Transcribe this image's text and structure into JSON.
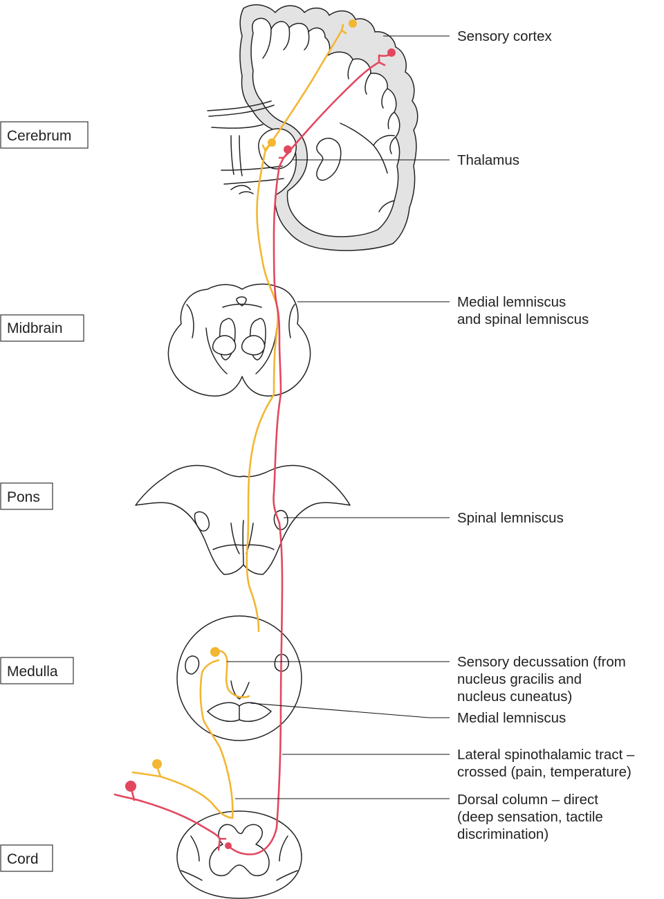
{
  "colors": {
    "dorsal_column": "#f2b632",
    "spinothalamic": "#e2475f",
    "outline": "#222222",
    "cortex_gray": "#e3e3e3"
  },
  "levels": [
    {
      "key": "cerebrum",
      "label": "Cerebrum"
    },
    {
      "key": "midbrain",
      "label": "Midbrain"
    },
    {
      "key": "pons",
      "label": "Pons"
    },
    {
      "key": "medulla",
      "label": "Medulla"
    },
    {
      "key": "cord",
      "label": "Cord"
    }
  ],
  "labels": {
    "sensory_cortex": [
      "Sensory cortex"
    ],
    "thalamus": [
      "Thalamus"
    ],
    "medial_and_spinal_lemniscus": [
      "Medial lemniscus",
      "and spinal lemniscus"
    ],
    "spinal_lemniscus": [
      "Spinal lemniscus"
    ],
    "sensory_decussation": [
      "Sensory decussation (from",
      "nucleus gracilis and",
      "nucleus cuneatus)"
    ],
    "medial_lemniscus": [
      "Medial lemniscus"
    ],
    "lateral_spinothalamic": [
      "Lateral spinothalamic tract –",
      "crossed (pain, temperature)"
    ],
    "dorsal_column": [
      "Dorsal column – direct",
      "(deep sensation, tactile",
      "discrimination)"
    ]
  }
}
